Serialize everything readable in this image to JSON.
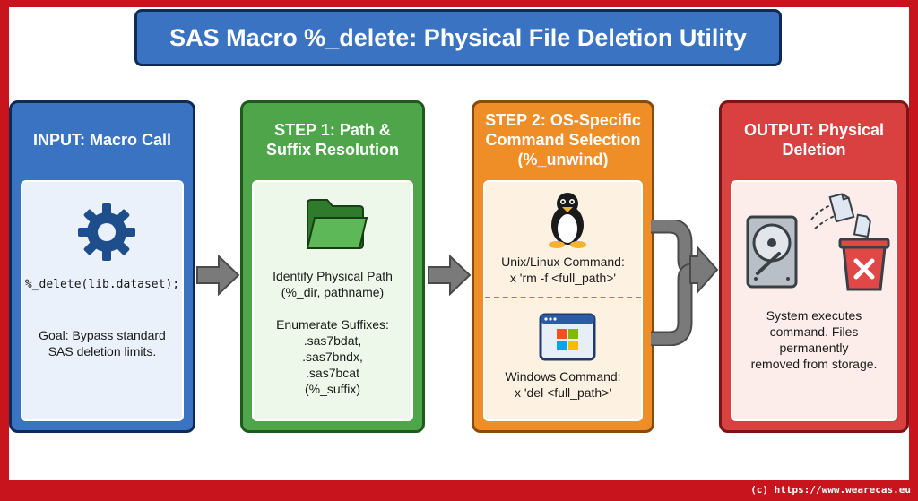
{
  "title": "SAS Macro %_delete: Physical File Deletion Utility",
  "input": {
    "header": "INPUT: Macro Call",
    "icon": "gear-icon",
    "code": "%_delete(lib.dataset);",
    "goal_line1": "Goal: Bypass standard",
    "goal_line2": "SAS deletion limits."
  },
  "step1": {
    "header_line1": "STEP 1: Path &",
    "header_line2": "Suffix Resolution",
    "icon": "folder-icon",
    "identify_line1": "Identify Physical Path",
    "identify_line2": "(%_dir, pathname)",
    "enumerate_label": "Enumerate Suffixes:",
    "suffixes": [
      ".sas7bdat,",
      ".sas7bndx,",
      ".sas7bcat"
    ],
    "suffix_macro": "(%_suffix)"
  },
  "step2": {
    "header_line1": "STEP 2: OS-Specific",
    "header_line2": "Command Selection",
    "header_line3": "(%_unwind)",
    "unix_icon": "linux-penguin-icon",
    "unix_label": "Unix/Linux Command:",
    "unix_cmd": "x 'rm -f <full_path>'",
    "windows_icon": "windows-icon",
    "windows_label": "Windows Command:",
    "windows_cmd": "x 'del <full_path>'"
  },
  "output": {
    "header_line1": "OUTPUT: Physical",
    "header_line2": "Deletion",
    "icons": [
      "hard-drive-icon",
      "flying-files-icon",
      "trash-bin-icon"
    ],
    "line1": "System executes",
    "line2": "command. Files",
    "line3": "permanently",
    "line4": "removed from storage."
  },
  "footer": "(c) https://www.wearecas.eu",
  "colors": {
    "background": "#c8141c",
    "input": "#3a73c2",
    "step1": "#4fa64a",
    "step2": "#ef8d26",
    "output": "#d94040",
    "arrow": "#7a7a7a"
  }
}
